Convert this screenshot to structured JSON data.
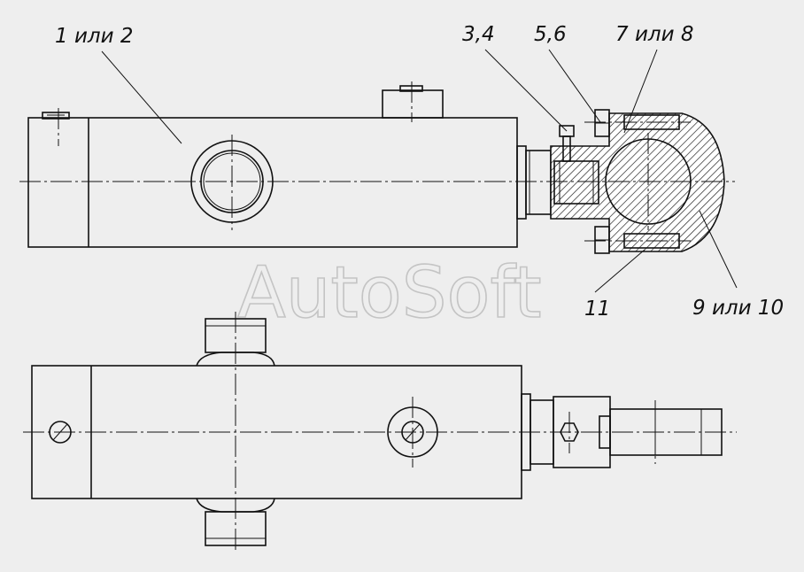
{
  "drawing": {
    "background": "#eeeeee",
    "line_color": "#111111",
    "watermark": "AutoSoft",
    "callouts": {
      "part_1_2": "1 или 2",
      "part_3_4": "3,4",
      "part_5_6": "5,6",
      "part_7_8": "7 или 8",
      "part_9_10": "9 или 10",
      "part_11": "11"
    }
  }
}
